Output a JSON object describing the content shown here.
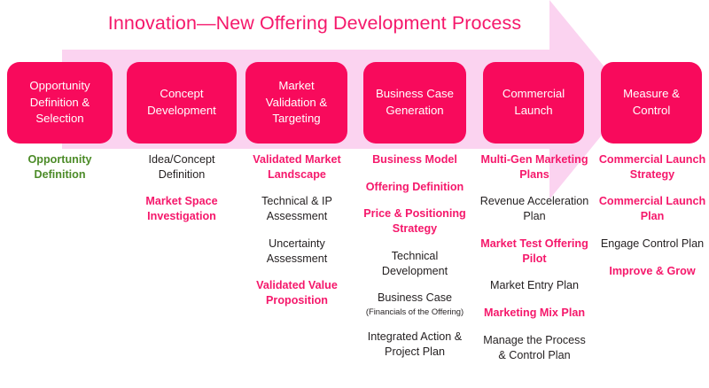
{
  "title": "Innovation—New Offering Development Process",
  "colors": {
    "title": "#F5186B",
    "box_fill": "#F80A5C",
    "box_text": "#FFFFFF",
    "arrow_band": "#FBD3F0",
    "highlight_text": "#F5186B",
    "normal_text": "#231F20",
    "green_text": "#4C8B28",
    "background": "#FFFFFF"
  },
  "stages": [
    {
      "label": "Opportunity Definition & Selection",
      "lines": [
        "Opportunity",
        "Definition &",
        "Selection"
      ]
    },
    {
      "label": "Concept Development",
      "lines": [
        "Concept",
        "Development"
      ]
    },
    {
      "label": "Market Validation & Targeting",
      "lines": [
        "Market",
        "Validation &",
        "Targeting"
      ]
    },
    {
      "label": "Business Case Generation",
      "lines": [
        "Business Case",
        "Generation"
      ]
    },
    {
      "label": "Commercial Launch",
      "lines": [
        "Commercial",
        "Launch"
      ]
    },
    {
      "label": "Measure & Control",
      "lines": [
        "Measure &",
        "Control"
      ]
    }
  ],
  "columns": [
    {
      "stage": "Opportunity Definition & Selection",
      "items": [
        {
          "text": "Opportunity Definition",
          "style": "green",
          "sub": ""
        }
      ]
    },
    {
      "stage": "Concept Development",
      "items": [
        {
          "text": "Idea/Concept Definition",
          "style": "normal",
          "sub": ""
        },
        {
          "text": "Market Space Investigation",
          "style": "highlight",
          "sub": ""
        }
      ]
    },
    {
      "stage": "Market Validation & Targeting",
      "items": [
        {
          "text": "Validated Market Landscape",
          "style": "highlight",
          "sub": ""
        },
        {
          "text": "Technical & IP Assessment",
          "style": "normal",
          "sub": ""
        },
        {
          "text": "Uncertainty Assessment",
          "style": "normal",
          "sub": ""
        },
        {
          "text": "Validated Value Proposition",
          "style": "highlight",
          "sub": ""
        }
      ]
    },
    {
      "stage": "Business Case Generation",
      "items": [
        {
          "text": "Business Model",
          "style": "highlight",
          "sub": ""
        },
        {
          "text": "Offering Definition",
          "style": "highlight",
          "sub": ""
        },
        {
          "text": "Price & Positioning Strategy",
          "style": "highlight",
          "sub": ""
        },
        {
          "text": "Technical Development",
          "style": "normal",
          "sub": ""
        },
        {
          "text": "Business Case",
          "style": "normal",
          "sub": "(Financials of the Offering)"
        },
        {
          "text": "Integrated Action & Project Plan",
          "style": "normal",
          "sub": ""
        }
      ]
    },
    {
      "stage": "Commercial Launch",
      "items": [
        {
          "text": "Multi-Gen Marketing Plans",
          "style": "highlight",
          "sub": ""
        },
        {
          "text": "Revenue Acceleration Plan",
          "style": "normal",
          "sub": ""
        },
        {
          "text": "Market Test Offering Pilot",
          "style": "highlight",
          "sub": ""
        },
        {
          "text": "Market Entry Plan",
          "style": "normal",
          "sub": ""
        },
        {
          "text": "Marketing Mix Plan",
          "style": "highlight",
          "sub": ""
        },
        {
          "text": "Manage the Process & Control Plan",
          "style": "normal",
          "sub": ""
        }
      ]
    },
    {
      "stage": "Measure & Control",
      "items": [
        {
          "text": "Commercial Launch Strategy",
          "style": "highlight",
          "sub": ""
        },
        {
          "text": "Commercial Launch Plan",
          "style": "highlight",
          "sub": ""
        },
        {
          "text": "Engage Control Plan",
          "style": "normal",
          "sub": ""
        },
        {
          "text": "Improve & Grow",
          "style": "highlight",
          "sub": ""
        }
      ]
    }
  ]
}
